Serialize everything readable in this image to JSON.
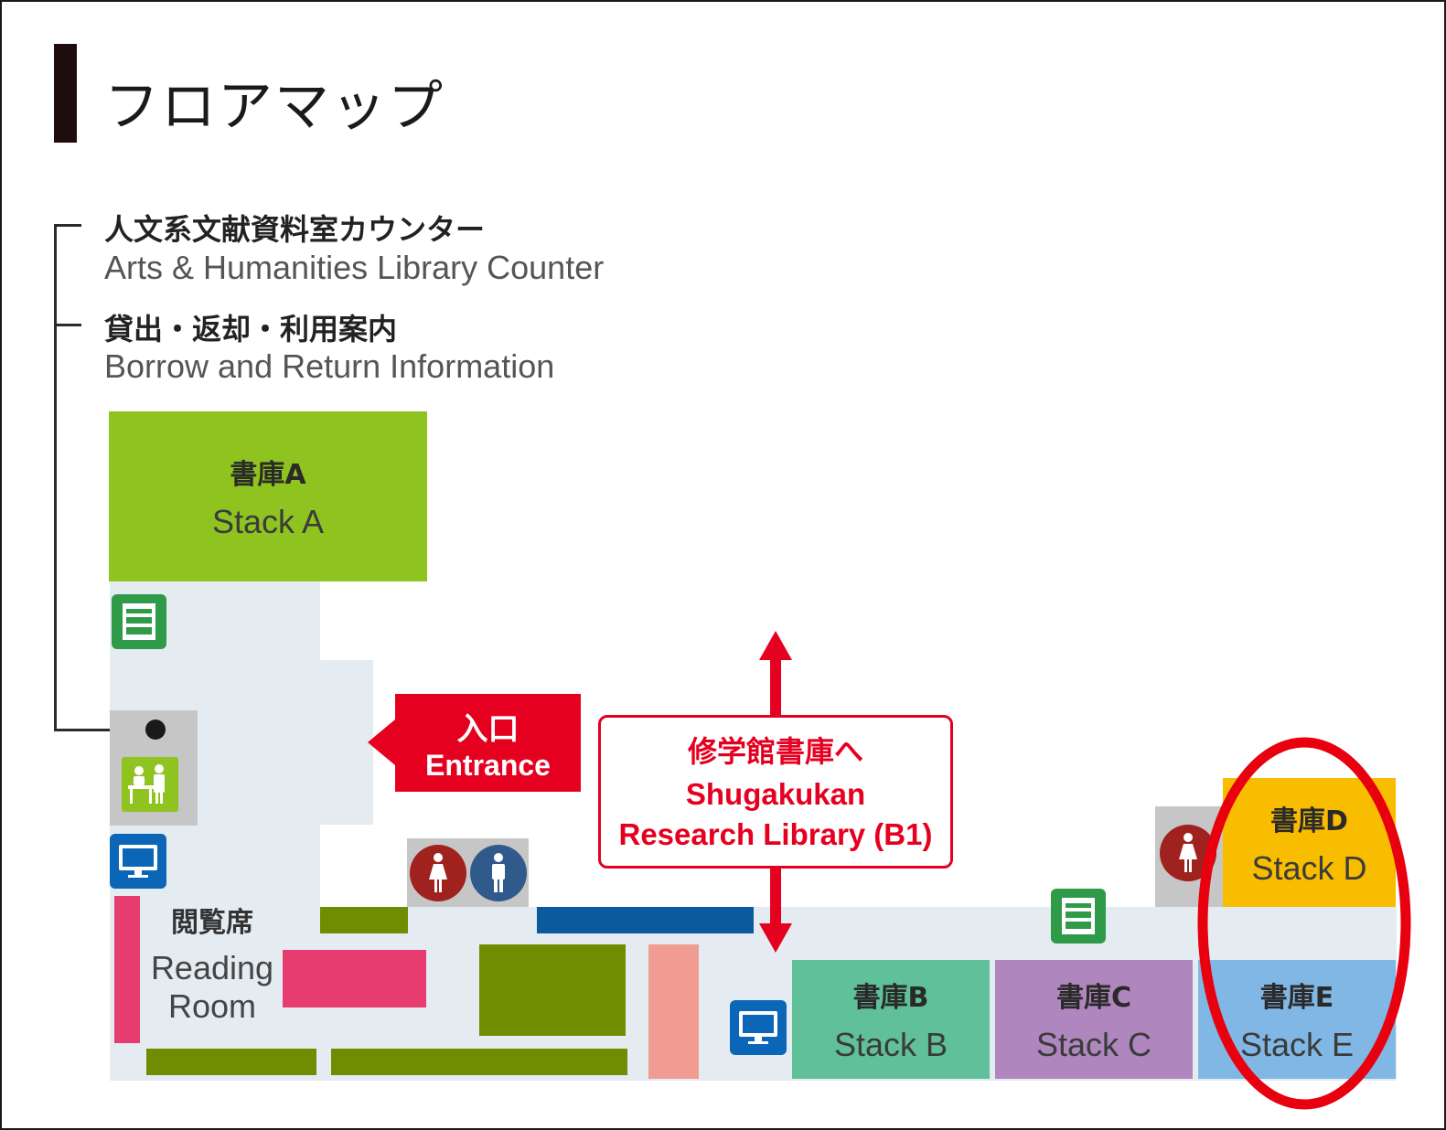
{
  "title": "フロアマップ",
  "counter": {
    "jp": "人文系文献資料室カウンター",
    "en": "Arts & Humanities Library Counter"
  },
  "info": {
    "jp": "貸出・返却・利用案内",
    "en": "Borrow and Return Information"
  },
  "stacks": {
    "a": {
      "jp": "書庫A",
      "en": "Stack A"
    },
    "b": {
      "jp": "書庫B",
      "en": "Stack B"
    },
    "c": {
      "jp": "書庫C",
      "en": "Stack C"
    },
    "d": {
      "jp": "書庫D",
      "en": "Stack D"
    },
    "e": {
      "jp": "書庫E",
      "en": "Stack E"
    }
  },
  "reading_room": {
    "jp": "閲覧席",
    "en_line1": "Reading",
    "en_line2": "Room"
  },
  "entrance": {
    "jp": "入口",
    "en": "Entrance"
  },
  "shugakukan": {
    "jp": "修学館書庫へ",
    "en_line1": "Shugakukan",
    "en_line2": "Research Library (B1)"
  },
  "icons": {
    "copier": "copier-icon",
    "counter_staff": "counter-staff-icon",
    "computer": "computer-icon",
    "female_restroom": "female-restroom-icon",
    "male_restroom": "male-restroom-icon"
  },
  "colors": {
    "stack_a": "#8fc31f",
    "stack_b": "#5fc09a",
    "stack_c": "#af86bd",
    "stack_d": "#f9bd00",
    "stack_e": "#80b7e5",
    "entrance": "#e50020",
    "highlight_ellipse": "#e8000e",
    "floor": "#e4ebf1"
  }
}
